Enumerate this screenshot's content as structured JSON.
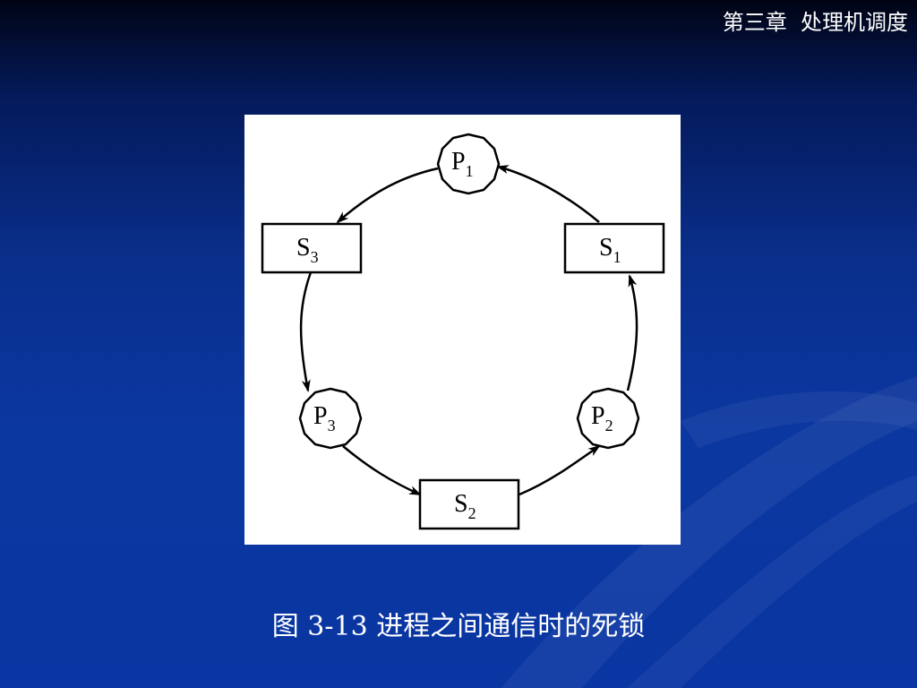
{
  "header": {
    "chapter_title": "第三章  处理机调度"
  },
  "diagram": {
    "processes": [
      {
        "id": "P1",
        "letter": "P",
        "sub": "1"
      },
      {
        "id": "P2",
        "letter": "P",
        "sub": "2"
      },
      {
        "id": "P3",
        "letter": "P",
        "sub": "3"
      }
    ],
    "resources": [
      {
        "id": "S1",
        "letter": "S",
        "sub": "1"
      },
      {
        "id": "S2",
        "letter": "S",
        "sub": "2"
      },
      {
        "id": "S3",
        "letter": "S",
        "sub": "3"
      }
    ],
    "edges": [
      {
        "from": "P1",
        "to": "S3"
      },
      {
        "from": "S3",
        "to": "P3"
      },
      {
        "from": "P3",
        "to": "S2"
      },
      {
        "from": "S2",
        "to": "P2"
      },
      {
        "from": "P2",
        "to": "S1"
      },
      {
        "from": "S1",
        "to": "P1"
      }
    ]
  },
  "caption": "图 3-13 进程之间通信时的死锁",
  "colors": {
    "background": "#0a36a3",
    "text": "#ffffff",
    "panel": "#ffffff",
    "stroke": "#000000"
  }
}
